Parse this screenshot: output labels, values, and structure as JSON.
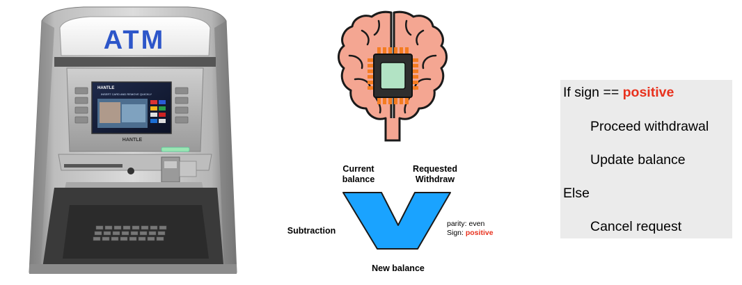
{
  "atm": {
    "sign": "ATM",
    "screen_brand": "HANTLE",
    "screen_banner": "INSERT CARD AND REMOVE QUICKLY",
    "bottom_brand": "HANTLE"
  },
  "alu": {
    "input_a": [
      "Current",
      "balance"
    ],
    "input_b": [
      "Requested",
      "Withdraw"
    ],
    "operation": "Subtraction",
    "output": "New balance",
    "parity_label": "parity: even",
    "sign_label": "Sign: ",
    "sign_value": "positive"
  },
  "code": {
    "line1_prefix": "If sign == ",
    "line1_value": "positive",
    "line2": "Proceed withdrawal",
    "line3": "Update balance",
    "line4": "Else",
    "line5": "Cancel request"
  },
  "colors": {
    "alu_fill": "#1aa3ff",
    "highlight_red": "#e8321e",
    "brain_fill": "#f4a692",
    "chip_pins": "#f47c20",
    "chip_core": "#b2e3c4",
    "atm_sign_text": "#2d56c9"
  }
}
